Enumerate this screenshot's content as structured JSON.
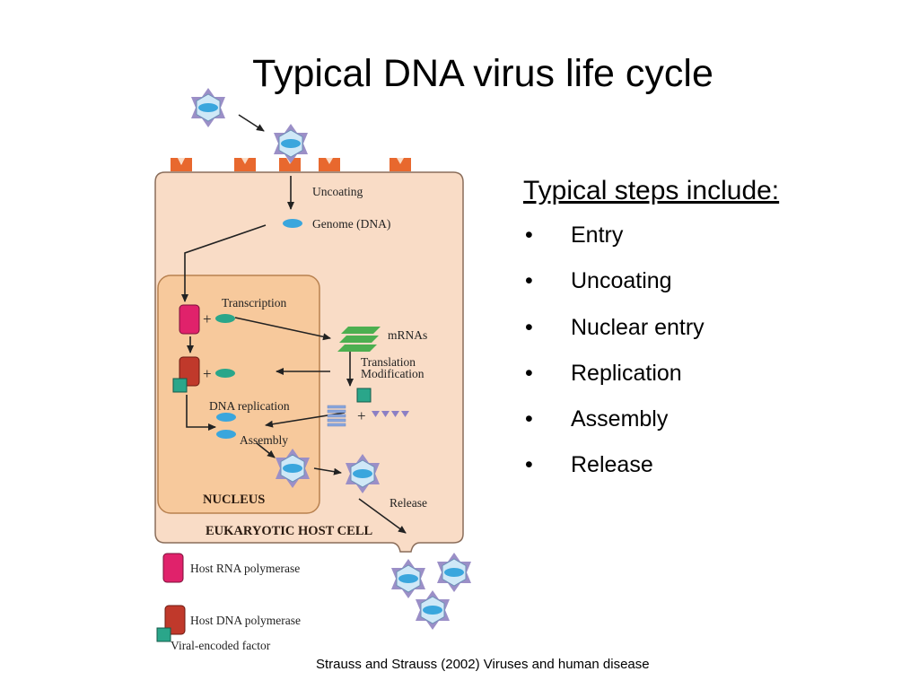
{
  "title": "Typical DNA virus life cycle",
  "steps": {
    "heading": "Typical steps include:",
    "bullet": "•",
    "items": [
      "Entry",
      "Uncoating",
      "Nuclear entry",
      "Replication",
      "Assembly",
      "Release"
    ]
  },
  "diagram": {
    "labels": {
      "uncoating": "Uncoating",
      "genome": "Genome (DNA)",
      "transcription": "Transcription",
      "mrnas": "mRNAs",
      "translation": "Translation",
      "modification": "Modification",
      "dna_replication": "DNA replication",
      "assembly": "Assembly",
      "release": "Release",
      "nucleus": "NUCLEUS",
      "host_cell": "EUKARYOTIC HOST CELL",
      "plus": "+"
    },
    "legend": {
      "host_rna_polymerase": "Host RNA polymerase",
      "host_dna_polymerase": "Host DNA polymerase",
      "viral_encoded_factor": "Viral-encoded factor"
    },
    "colors": {
      "cell_fill": "#f9dcc6",
      "nucleus_fill": "#f7c99c",
      "receptor": "#e8682e",
      "rna_pol": "#e0226b",
      "dna_pol": "#c0392b",
      "viral_factor": "#2aa68a",
      "dna_blue": "#3aa6dd",
      "virion_fill": "#cfe8f7",
      "spike": "#9b8fc7",
      "mrna_green": "#4caf50"
    }
  },
  "citation": "Strauss and Strauss (2002) Viruses and human disease"
}
